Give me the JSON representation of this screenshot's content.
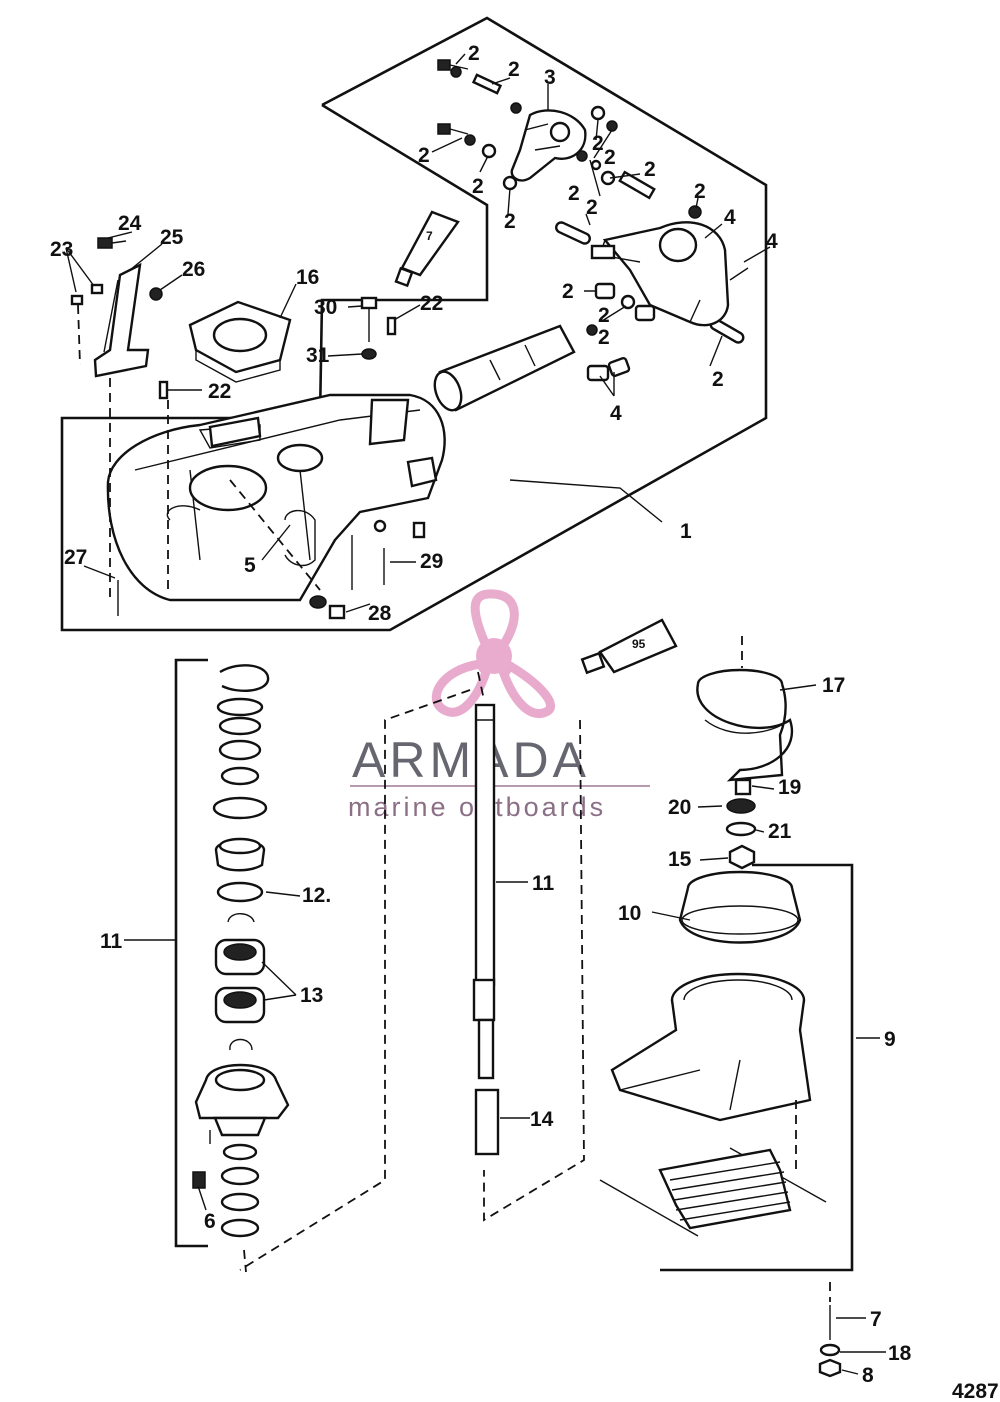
{
  "watermark": {
    "brand": "ARMADA",
    "tagline": "marine outboards",
    "logo_icon": "propeller-logo-icon",
    "logo_color": "#e6a3c8"
  },
  "figure_number": "4287",
  "sealant_tubes": [
    "7",
    "95"
  ],
  "callouts": [
    "2",
    "2",
    "2",
    "3",
    "2",
    "2",
    "2",
    "2",
    "2",
    "2",
    "2",
    "2",
    "2",
    "4",
    "4",
    "2",
    "2",
    "2",
    "4",
    "24",
    "25",
    "23",
    "26",
    "16",
    "30",
    "22",
    "31",
    "22",
    "1",
    "27",
    "5",
    "29",
    "28",
    "17",
    "19",
    "20",
    "21",
    "15",
    "10",
    "9",
    "11",
    "12.",
    "13",
    "11",
    "14",
    "6",
    "7",
    "18",
    "8"
  ]
}
